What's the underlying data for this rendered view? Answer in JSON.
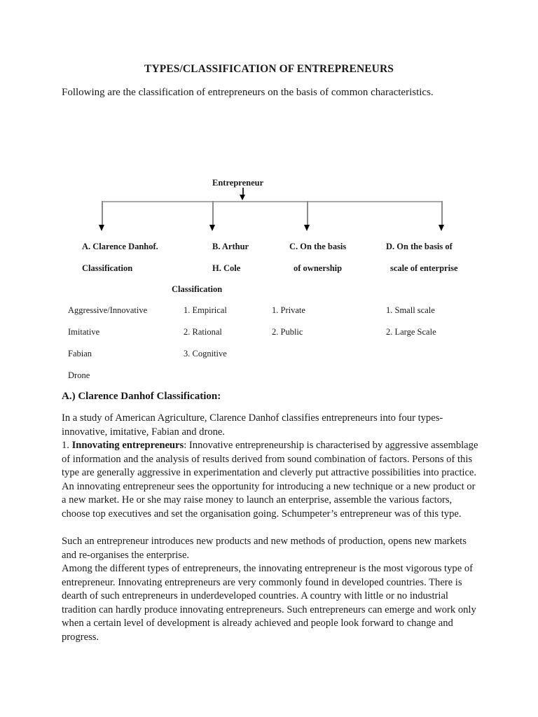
{
  "document": {
    "title": "TYPES/CLASSIFICATION OF ENTREPRENEURS",
    "intro": "Following are the classification of entrepreneurs on the basis of common characteristics."
  },
  "diagram": {
    "root_label": "Entrepreneur",
    "line_color": "#aaaaaa",
    "arrow_color": "#000000",
    "columns": [
      {
        "heading_line1": "A.  Clarence Danhof.",
        "heading_line2": "Classification",
        "heading_line3": "",
        "items": [
          "Aggressive/Innovative",
          "Imitative",
          "Fabian",
          "Drone"
        ]
      },
      {
        "heading_line1": "B. Arthur",
        "heading_line2": "H. Cole",
        "heading_line3": "Classification",
        "items": [
          "1. Empirical",
          "2. Rational",
          "3. Cognitive"
        ]
      },
      {
        "heading_line1": "C. On the basis",
        "heading_line2": "of ownership",
        "heading_line3": "",
        "items": [
          "1. Private",
          "2. Public"
        ]
      },
      {
        "heading_line1": "D. On the basis of",
        "heading_line2": "scale of enterprise",
        "heading_line3": "",
        "items": [
          "1. Small scale",
          "2. Large Scale"
        ]
      }
    ]
  },
  "section_a": {
    "heading": "A.) Clarence Danhof Classification:",
    "paragraph_1": "In a study of American Agriculture, Clarence Danhof classifies entrepreneurs into four types-innovative, imitative, Fabian and drone.",
    "paragraph_2_number": "1. ",
    "paragraph_2_bold": "Innovating entrepreneurs",
    "paragraph_2_rest": ": Innovative entrepreneurship is characterised by aggressive assemblage of information and the analysis of results derived from sound combination of factors. Persons of this type are generally aggressive in experimentation and cleverly put attractive possibilities into practice. An innovating entrepreneur sees the opportunity for introducing a new technique or a new product or a new market. He or she may raise money to launch an enterprise, assemble the various factors, choose top executives and set the organisation going. Schumpeter’s entrepreneur was of this type.",
    "paragraph_3": "Such an entrepreneur introduces new products and new methods of production, opens new markets and re-organises the enterprise.",
    "paragraph_4": "Among the different types of entrepreneurs, the innovating entrepreneur is the most vigorous type of entrepreneur. Innovating entrepreneurs are very commonly found in developed countries. There is dearth of such entrepreneurs in underdeveloped countries. A country with little or no industrial tradition can hardly produce innovating entrepreneurs. Such entrepreneurs can emerge and work only when a certain level of development is already achieved and people look forward to change and progress."
  }
}
